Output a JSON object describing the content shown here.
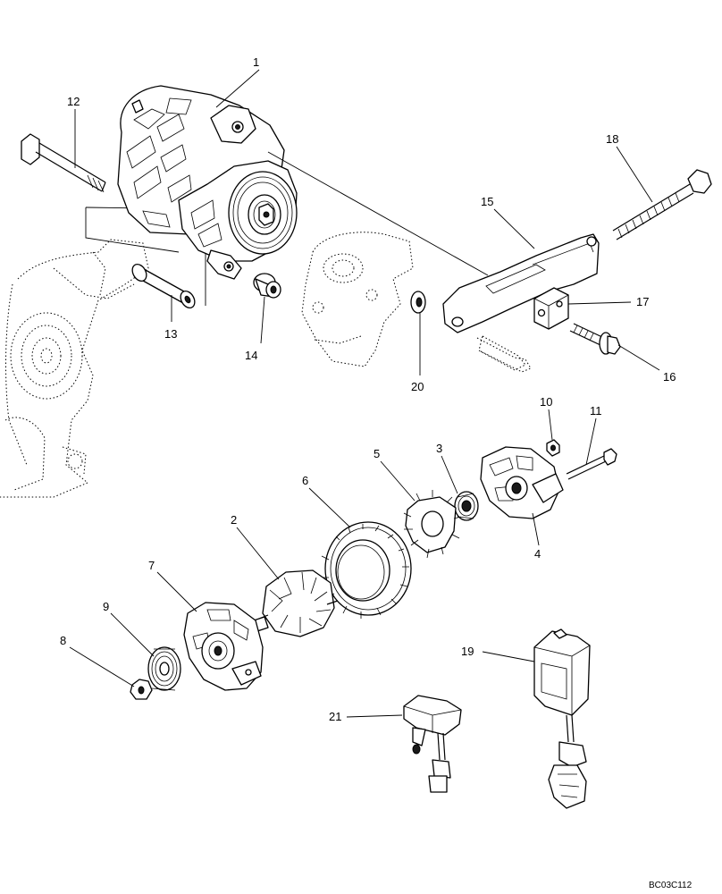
{
  "labels": {
    "l1": "1",
    "l2": "2",
    "l3": "3",
    "l4": "4",
    "l5": "5",
    "l6": "6",
    "l7": "7",
    "l8": "8",
    "l9": "9",
    "l10": "10",
    "l11": "11",
    "l12": "12",
    "l13": "13",
    "l14": "14",
    "l15": "15",
    "l16": "16",
    "l17": "17",
    "l18": "18",
    "l19": "19",
    "l20": "20",
    "l21": "21"
  },
  "reference_code": "BC03C112"
}
